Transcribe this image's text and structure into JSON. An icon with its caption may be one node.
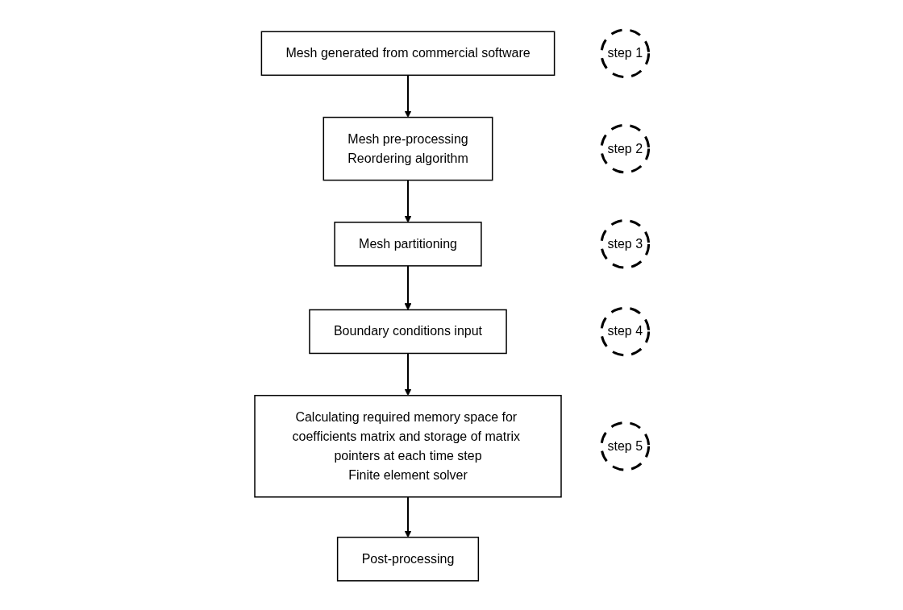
{
  "diagram": {
    "nodes": [
      {
        "text": [
          "Mesh generated from commercial software"
        ]
      },
      {
        "text": [
          "Mesh pre-processing",
          "Reordering algorithm"
        ]
      },
      {
        "text": [
          "step 1"
        ]
      },
      {
        "text": [
          "Mesh partitioning"
        ]
      },
      {
        "text": [
          "step 2"
        ]
      },
      {
        "text": [
          "Boundary conditions input"
        ]
      },
      {
        "text": [
          "step 3"
        ]
      },
      {
        "text": [
          "Calculating required memory space for coefficients matrix and storage of matrix pointers at each time step",
          "Finite element solver"
        ]
      },
      {
        "text": [
          "step 4"
        ]
      },
      {
        "text": [
          "Post-processing"
        ]
      },
      {
        "text": [
          "step 5"
        ]
      }
    ],
    "edges": [
      {
        "from": 0,
        "to": 1,
        "arrow": "to"
      },
      {
        "from": 1,
        "to": 3,
        "arrow": "to"
      },
      {
        "from": 3,
        "to": 5,
        "arrow": "to"
      },
      {
        "from": 5,
        "to": 7,
        "arrow": "to"
      },
      {
        "from": 7,
        "to": 9,
        "arrow": "to"
      }
    ]
  }
}
